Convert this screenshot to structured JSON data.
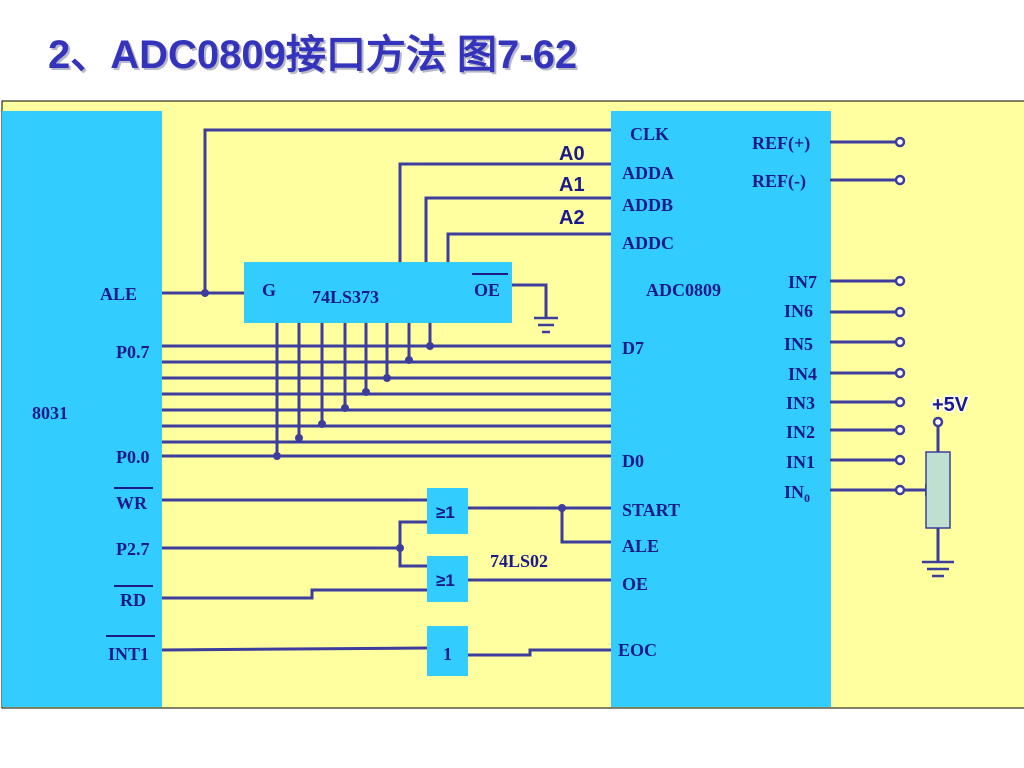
{
  "title": "2、ADC0809接口方法 图7-62",
  "chip_8031": {
    "name": "8031",
    "pins": {
      "ale": "ALE",
      "p07": "P0.7",
      "p00": "P0.0",
      "wr": "WR",
      "p27": "P2.7",
      "rd": "RD",
      "int1": "INT1"
    }
  },
  "latch": {
    "name": "74LS373",
    "g": "G",
    "oe": "OE"
  },
  "adc": {
    "name": "ADC0809",
    "left_pins": {
      "clk": "CLK",
      "adda": "ADDA",
      "addb": "ADDB",
      "addc": "ADDC",
      "d7": "D7",
      "d0": "D0",
      "start": "START",
      "ale": "ALE",
      "oe": "OE",
      "eoc": "EOC"
    },
    "ref_plus": "REF(+)",
    "ref_minus": "REF(-)",
    "inputs": [
      "IN7",
      "IN6",
      "IN5",
      "IN4",
      "IN3",
      "IN2",
      "IN1"
    ],
    "in0_base": "IN",
    "in0_sub": "0"
  },
  "address_labels": [
    "A0",
    "A1",
    "A2"
  ],
  "gates": {
    "nor_symbol": "≥1",
    "nor_part": "74LS02",
    "inverter_symbol": "1"
  },
  "supply": "+5V",
  "colors": {
    "background": "#ffffa0",
    "chip": "#33ccff",
    "wire": "#3d3d9e",
    "title": "#3333bb",
    "resistor": "#bfe0d0"
  }
}
